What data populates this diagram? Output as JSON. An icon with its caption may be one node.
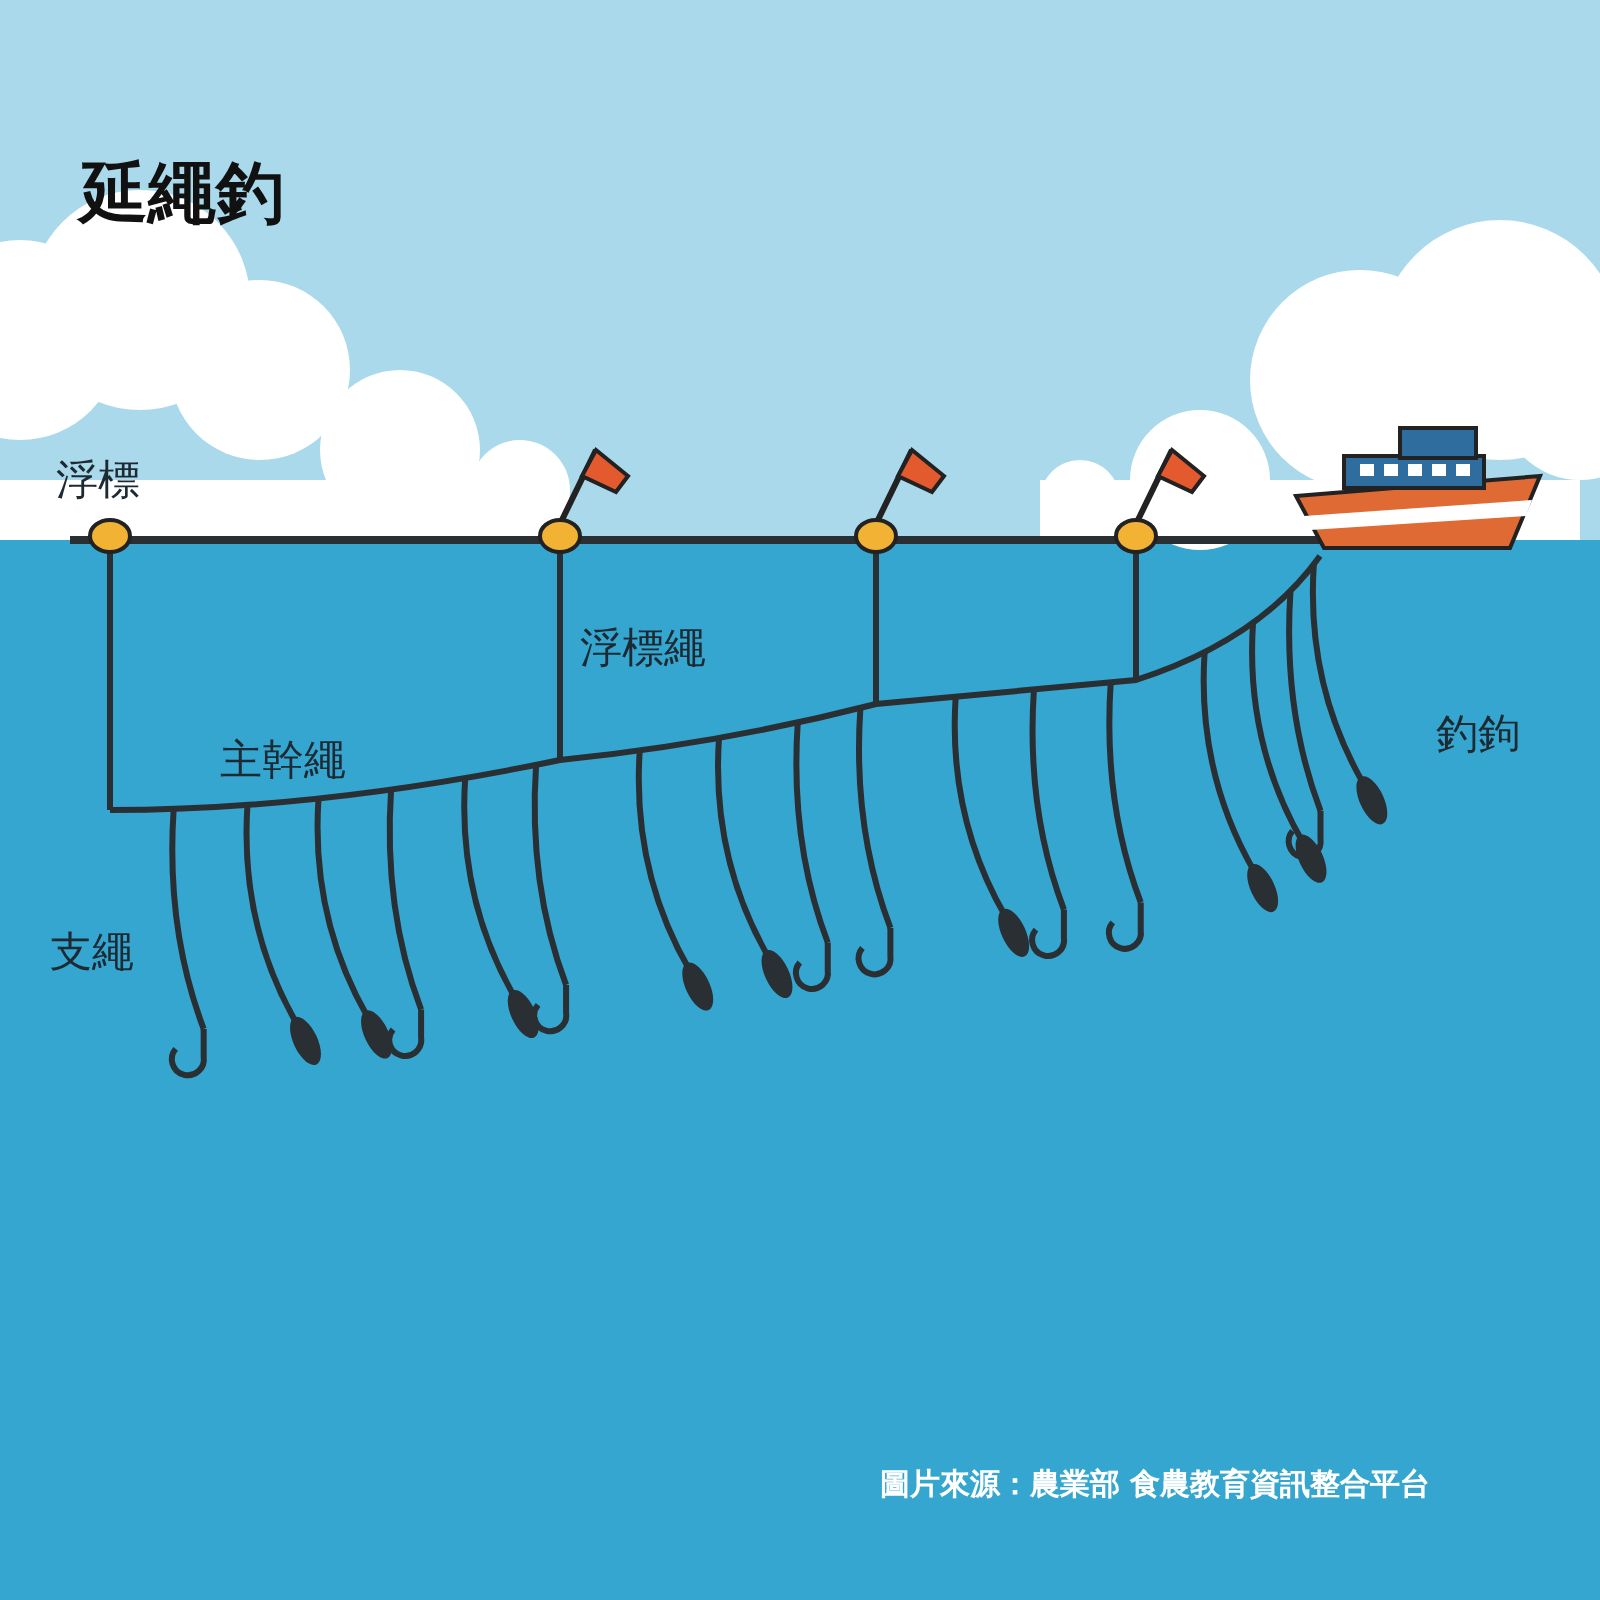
{
  "diagram": {
    "title": "延繩釣",
    "labels": [
      "浮標",
      "浮標繩",
      "主幹繩",
      "支繩",
      "釣鉤"
    ],
    "caption": "圖片來源：農業部 食農教育資訊整合平台"
  }
}
